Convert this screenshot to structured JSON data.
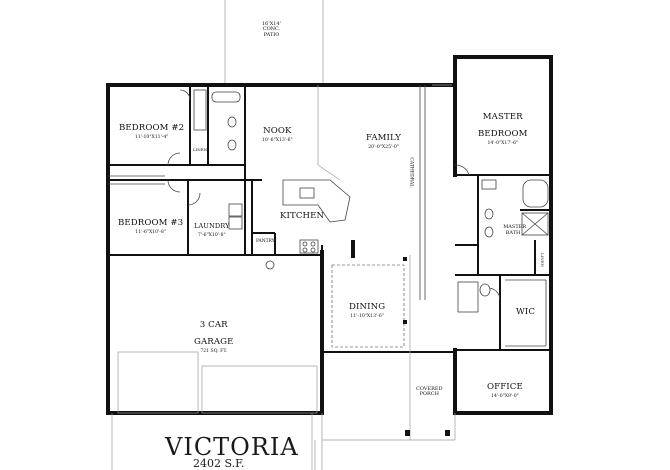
{
  "plan": {
    "name": "VICTORIA",
    "area": "2402 S.F.",
    "rooms": {
      "patio": {
        "name": "16'X14'\nCONC.\nPATIO"
      },
      "bedroom2": {
        "name": "BEDROOM #2",
        "dims": "11'-10\"X11'-4\""
      },
      "linen": {
        "name": "LINEN"
      },
      "nook": {
        "name": "NOOK",
        "dims": "10'-6\"X13'-6\""
      },
      "family": {
        "name": "FAMILY",
        "dims": "20'-0\"X25'-0\""
      },
      "cathedral": {
        "name": "CATHEDRAL"
      },
      "master_bedroom": {
        "name": "MASTER\nBEDROOM",
        "dims": "14'-0\"X17'-6\""
      },
      "bedroom3": {
        "name": "BEDROOM #3",
        "dims": "11'-6\"X10'-8\""
      },
      "laundry": {
        "name": "LAUNDRY",
        "dims": "7'-6\"X10'-8\""
      },
      "kitchen": {
        "name": "KITCHEN"
      },
      "pantry": {
        "name": "PANTRY"
      },
      "master_bath": {
        "name": "MASTER\nBATH"
      },
      "linen2": {
        "name": "LINEN"
      },
      "garage": {
        "name": "3 CAR\nGARAGE",
        "dims": "721 SQ. FT."
      },
      "dining": {
        "name": "DINING",
        "dims": "11'-10\"X13'-6\""
      },
      "wic": {
        "name": "WIC"
      },
      "office": {
        "name": "OFFICE",
        "dims": "14'-0\"X9'-0\""
      },
      "covered_porch": {
        "name": "COVERED\nPORCH"
      }
    }
  }
}
